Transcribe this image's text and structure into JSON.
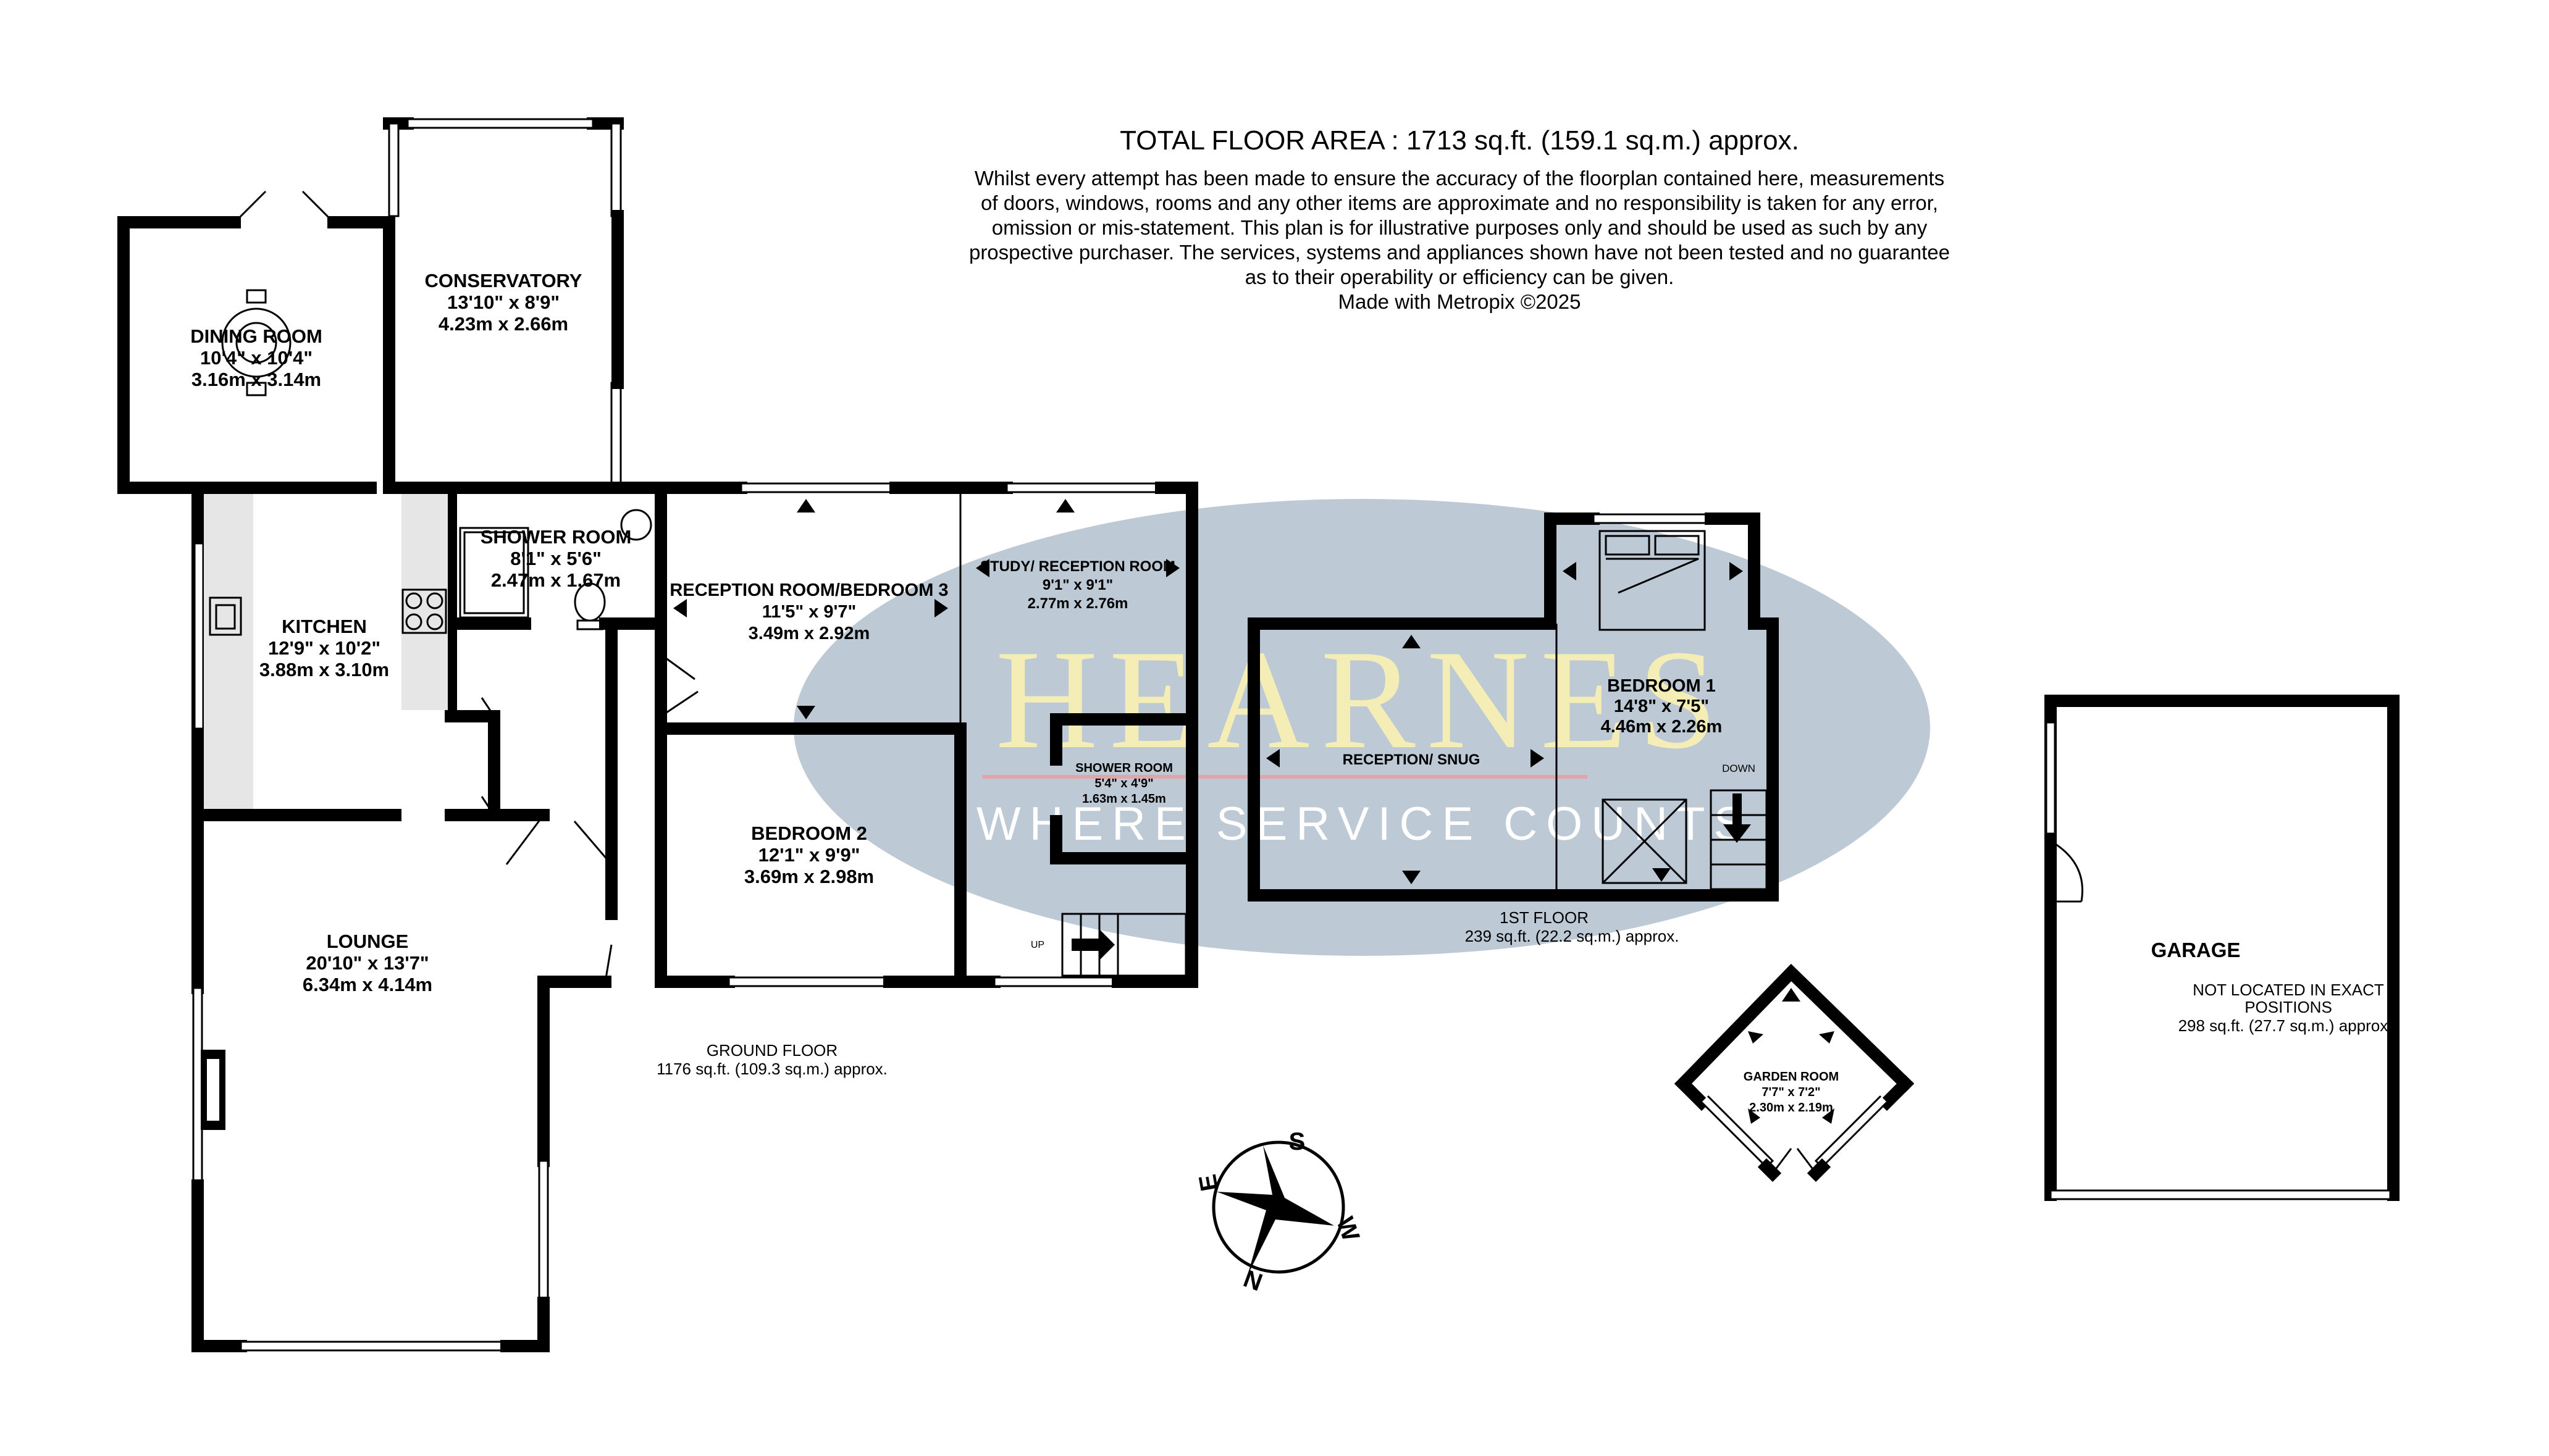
{
  "header": {
    "total_area": "TOTAL FLOOR AREA : 1713 sq.ft. (159.1 sq.m.) approx.",
    "disclaimer_lines": [
      "Whilst every attempt has been made to ensure the accuracy of the floorplan contained here, measurements",
      "of doors, windows, rooms and any other items are approximate and no responsibility is taken for any error,",
      "omission or mis-statement. This plan is for illustrative purposes only and should be used as such by any",
      "prospective purchaser. The services, systems and appliances shown have not been tested and no guarantee",
      "as to their operability or efficiency can be given.",
      "Made with Metropix ©2025"
    ]
  },
  "watermark": {
    "brand": "HEARNES",
    "tagline": "WHERE SERVICE COUNTS",
    "colors": {
      "oval": "#b7c4d1",
      "brand_text": "#f4edb6",
      "tagline_text": "#ffffff",
      "line": "#e6a3a6"
    }
  },
  "rooms": {
    "conservatory": {
      "name": "CONSERVATORY",
      "imperial": "13'10\"  x 8'9\"",
      "metric": "4.23m  x 2.66m"
    },
    "dining_room": {
      "name": "DINING ROOM",
      "imperial": "10'4\"  x 10'4\"",
      "metric": "3.16m  x 3.14m"
    },
    "shower_room_ground": {
      "name": "SHOWER ROOM",
      "imperial": "8'1\"  x 5'6\"",
      "metric": "2.47m  x 1.67m"
    },
    "kitchen": {
      "name": "KITCHEN",
      "imperial": "12'9\"  x 10'2\"",
      "metric": "3.88m  x 3.10m"
    },
    "reception_bedroom3": {
      "name": "RECEPTION ROOM/BEDROOM 3",
      "imperial": "11'5\"  x 9'7\"",
      "metric": "3.49m  x 2.92m"
    },
    "study": {
      "name": "STUDY/ RECEPTION ROOM",
      "imperial": "9'1\"  x 9'1\"",
      "metric": "2.77m  x 2.76m"
    },
    "shower_room_small": {
      "name": "SHOWER ROOM",
      "imperial": "5'4\"  x 4'9\"",
      "metric": "1.63m  x 1.45m"
    },
    "bedroom2": {
      "name": "BEDROOM 2",
      "imperial": "12'1\"  x 9'9\"",
      "metric": "3.69m  x 2.98m"
    },
    "lounge": {
      "name": "LOUNGE",
      "imperial": "20'10\"  x 13'7\"",
      "metric": "6.34m  x 4.14m"
    },
    "reception_snug": {
      "name": "RECEPTION/ SNUG"
    },
    "bedroom1": {
      "name": "BEDROOM 1",
      "imperial": "14'8\"  x 7'5\"",
      "metric": "4.46m  x 2.26m"
    },
    "garden_room": {
      "name": "GARDEN ROOM",
      "imperial": "7'7\"  x 7'2\"",
      "metric": "2.30m  x 2.19m"
    },
    "garage": {
      "name": "GARAGE"
    }
  },
  "floors": {
    "ground": {
      "name": "GROUND FLOOR",
      "area": "1176 sq.ft. (109.3 sq.m.) approx."
    },
    "first": {
      "name": "1ST FLOOR",
      "area": "239 sq.ft. (22.2 sq.m.) approx."
    },
    "garage_note": {
      "line1": "NOT LOCATED IN EXACT",
      "line2": "POSITIONS",
      "area": "298 sq.ft. (27.7 sq.m.) approx."
    }
  },
  "stairs": {
    "up": "UP",
    "down": "DOWN"
  },
  "compass": {
    "s": "S",
    "w": "W",
    "n": "N",
    "e": "E"
  },
  "icons": [
    "compass-icon",
    "bed-icon",
    "sink-icon",
    "hob-icon",
    "toilet-icon",
    "shower-icon",
    "table-icon",
    "fireplace-icon",
    "stairs-icon",
    "skylight-icon"
  ]
}
